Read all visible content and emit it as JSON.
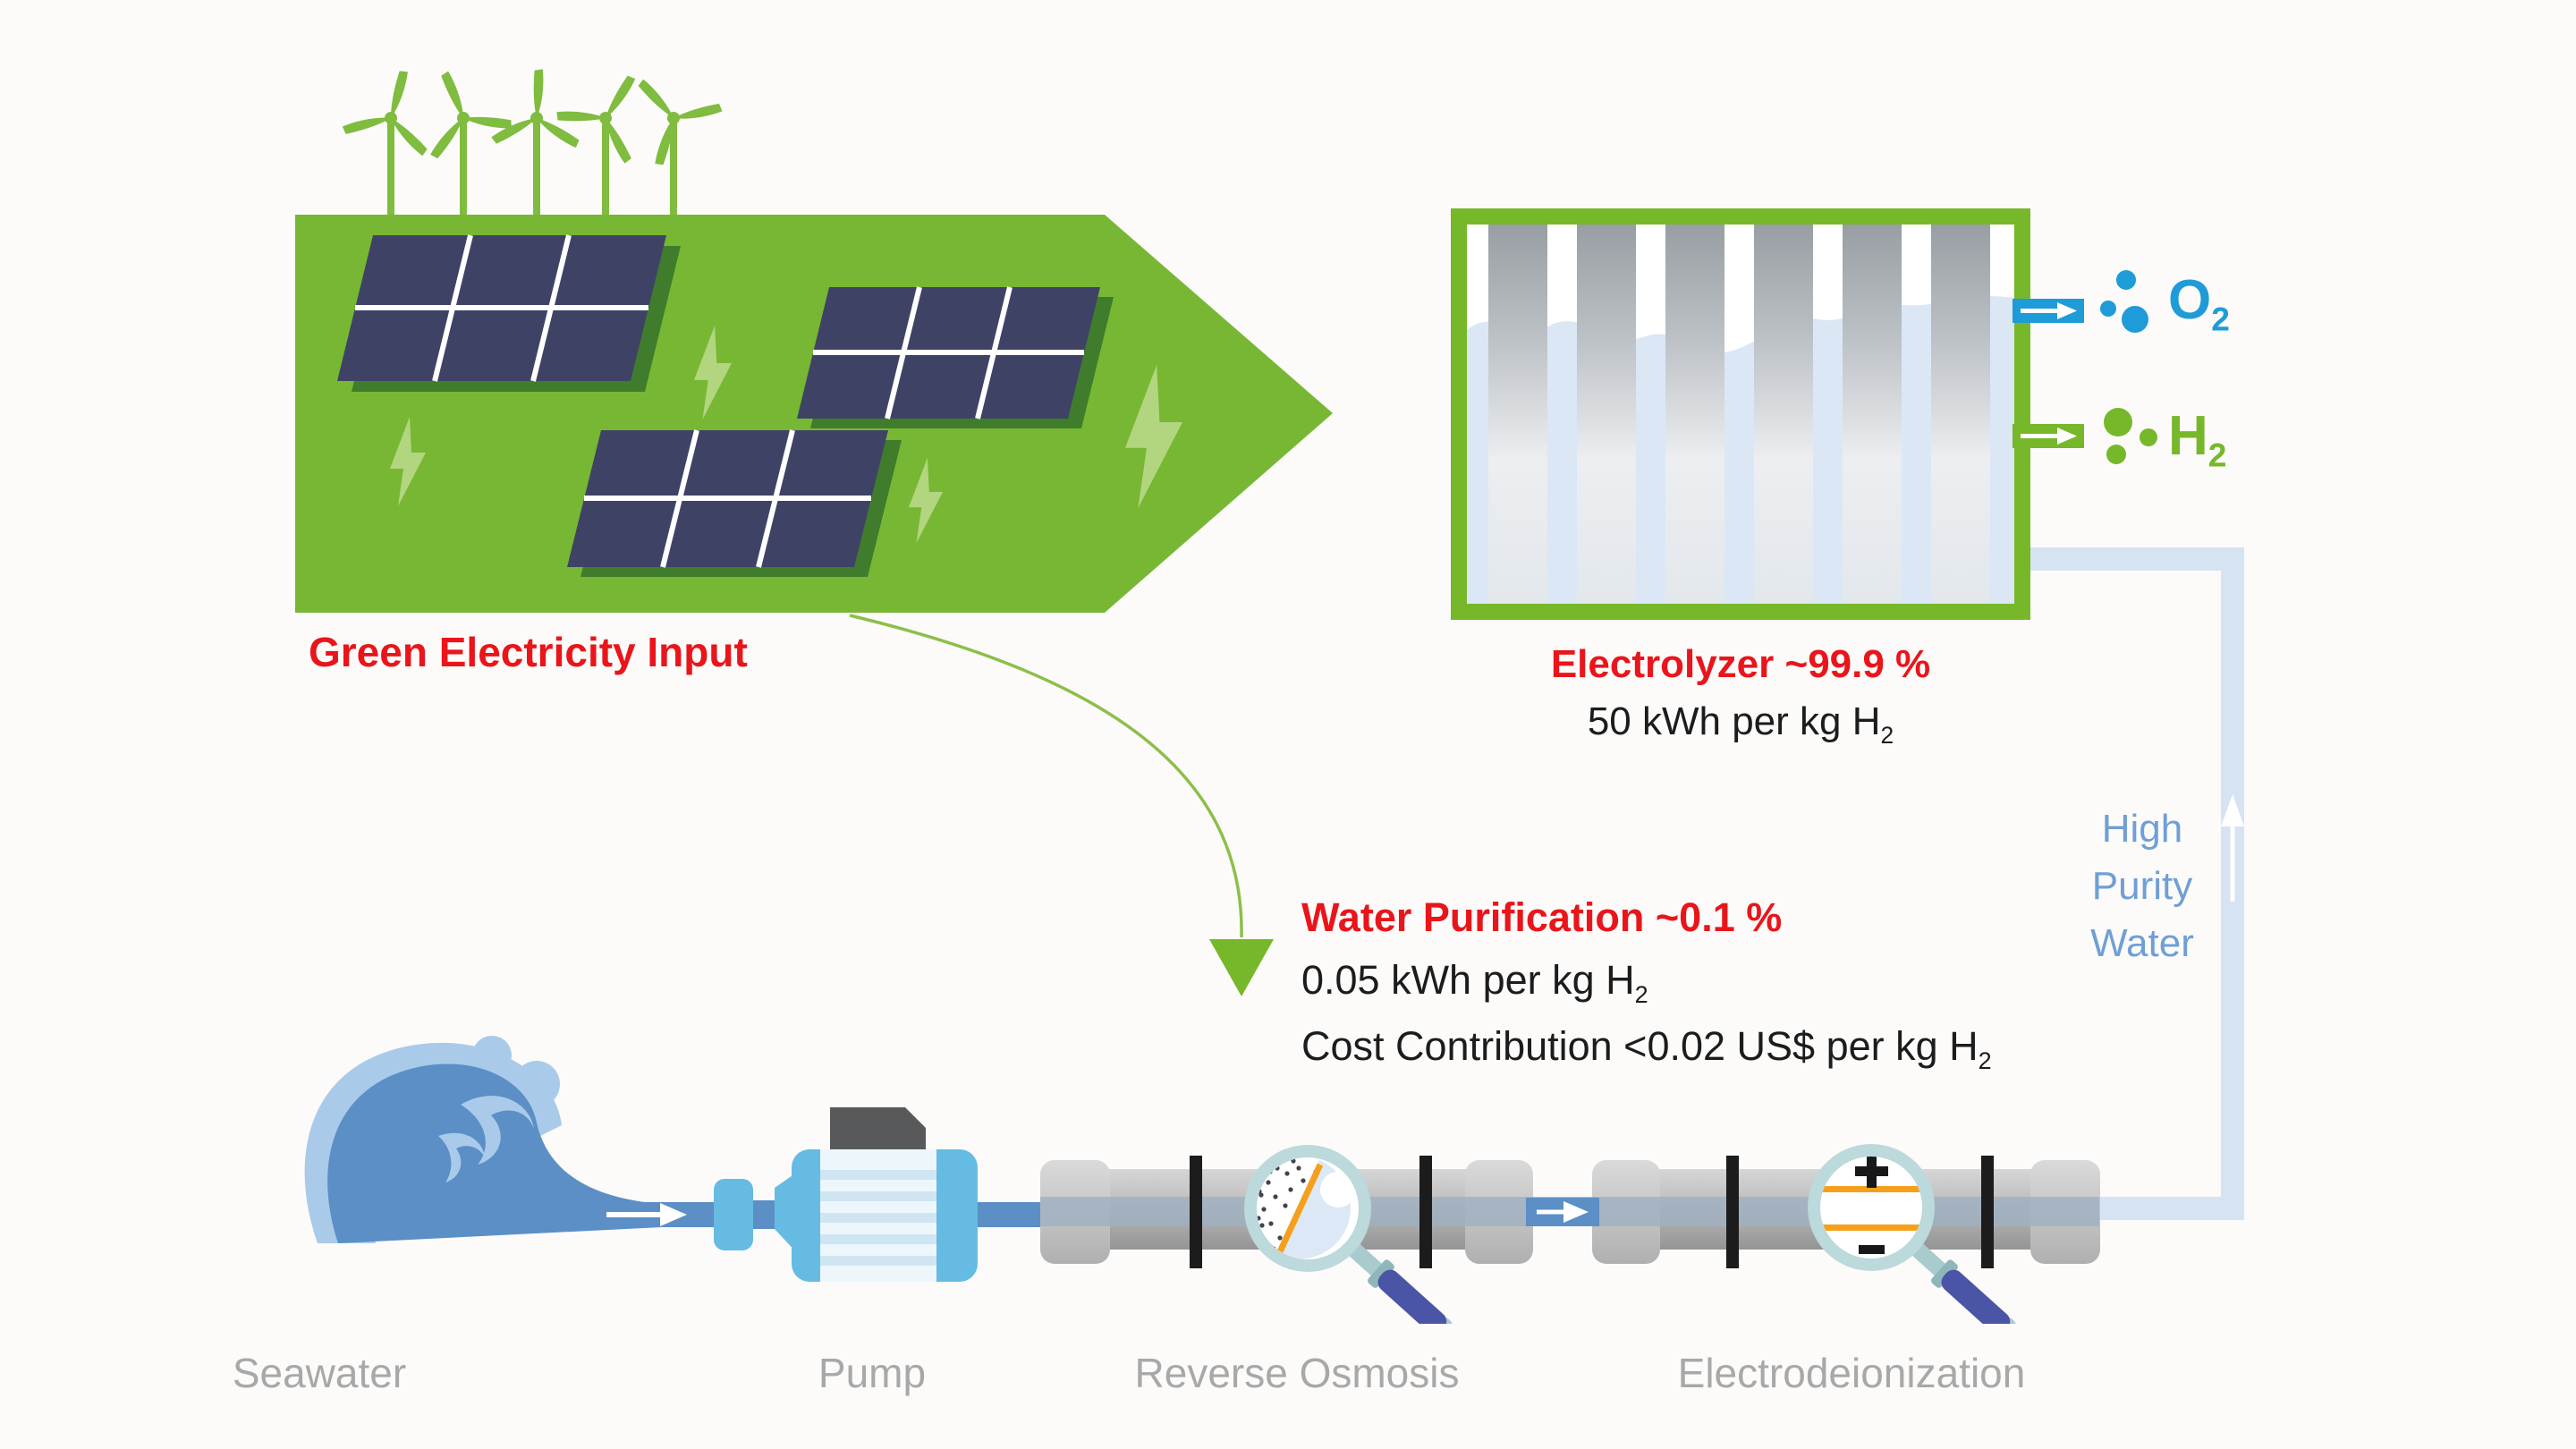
{
  "palette": {
    "green": "#76b82a",
    "light_green_bolt": "#b2d67f",
    "red": "#e9151b",
    "o2_blue": "#1e9cd7",
    "water_blue": "#5b8fc6",
    "foam_blue": "#a9cbe9",
    "sky_blue": "#66bbe3",
    "pipe_gray": "#b3b3b3",
    "pipe_light_blue": "#d6e3f3",
    "hp_text_blue": "#6f9fd6",
    "label_gray": "#a8a8a8",
    "membrane_orange": "#f5a01d"
  },
  "green_input": {
    "label": "Green Electricity Input"
  },
  "electrolyzer": {
    "title": "Electrolyzer ~99.9 %",
    "energy_pre": "50 kWh per kg H",
    "energy_sub": "2",
    "o2_symbol": "O",
    "o2_sub": "2",
    "h2_symbol": "H",
    "h2_sub": "2"
  },
  "water_purification": {
    "title": "Water Purification ~0.1 %",
    "energy_pre": "0.05 kWh per kg H",
    "energy_sub": "2",
    "cost_pre": "Cost Contribution <0.02 US$ per kg H",
    "cost_sub": "2"
  },
  "high_purity_water": {
    "line1": "High",
    "line2": "Purity",
    "line3": "Water"
  },
  "stages": {
    "seawater": "Seawater",
    "pump": "Pump",
    "reverse_osmosis": "Reverse Osmosis",
    "electrodeionization": "Electrodeionization"
  },
  "icons": [
    "wind-turbine-icon",
    "solar-panel-icon",
    "lightning-icon",
    "green-arrow-shape",
    "electrolyzer-stack-icon",
    "o2-bubbles-icon",
    "h2-bubbles-icon",
    "flow-arrow-icon",
    "up-arrow-icon",
    "down-arrowhead-icon",
    "wave-icon",
    "pump-icon",
    "magnifier-icon",
    "pipe-flange",
    "high-purity-water-pipe"
  ]
}
